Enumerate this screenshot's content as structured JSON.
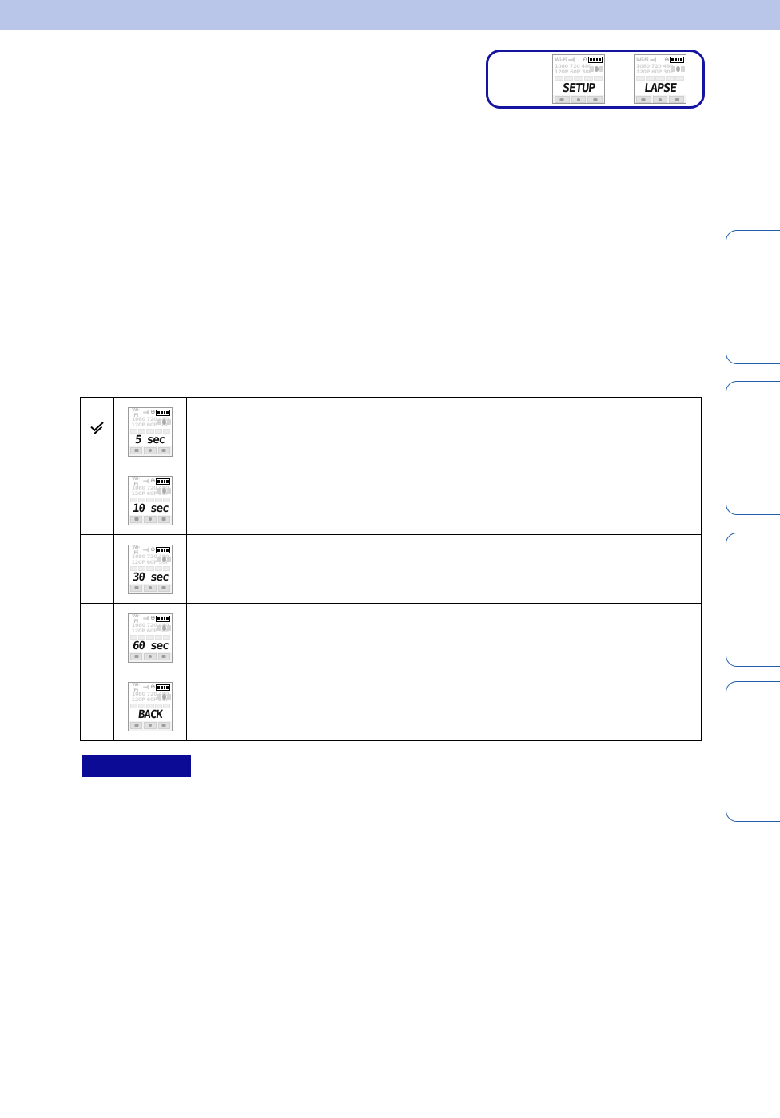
{
  "page": {
    "header_band_color": "#b9c6ea",
    "accent_blue": "#1414a0",
    "tab_border_blue": "#1f5fa8",
    "swatch_color": "#0b0b96"
  },
  "menu_path": {
    "callout_border_color": "#1414a0",
    "screens": [
      {
        "name": "setup-screen",
        "main_text": "SETUP",
        "wifi_label": "Wi-Fi",
        "res_line1": "1080 720 480",
        "res_line2": "120P 60P 30P",
        "battery_label": "battery-full",
        "modes": [
          "video-mode-icon",
          "photo-mode-icon",
          "playback-mode-icon"
        ]
      },
      {
        "name": "lapse-screen",
        "main_text": "LAPSE",
        "wifi_label": "Wi-Fi",
        "res_line1": "1080 720 480",
        "res_line2": "120P 60P 30P",
        "battery_label": "battery-full",
        "modes": [
          "video-mode-icon",
          "photo-mode-icon",
          "playback-mode-icon"
        ]
      }
    ]
  },
  "options_table": {
    "rows": [
      {
        "selected": true,
        "check_glyph": "checkmark",
        "screen": {
          "main_text": "5 sec",
          "wifi_label": "Wi-Fi",
          "res_line1": "1080 720 480",
          "res_line2": "120P 60P 30P",
          "battery_label": "battery-full"
        },
        "description": ""
      },
      {
        "selected": false,
        "check_glyph": "",
        "screen": {
          "main_text": "10 sec",
          "wifi_label": "Wi-Fi",
          "res_line1": "1080 720 480",
          "res_line2": "120P 60P 30P",
          "battery_label": "battery-full"
        },
        "description": ""
      },
      {
        "selected": false,
        "check_glyph": "",
        "screen": {
          "main_text": "30 sec",
          "wifi_label": "Wi-Fi",
          "res_line1": "1080 720 480",
          "res_line2": "120P 60P 30P",
          "battery_label": "battery-full"
        },
        "description": ""
      },
      {
        "selected": false,
        "check_glyph": "",
        "screen": {
          "main_text": "60 sec",
          "wifi_label": "Wi-Fi",
          "res_line1": "1080 720 480",
          "res_line2": "120P 60P 30P",
          "battery_label": "battery-full"
        },
        "description": ""
      },
      {
        "selected": false,
        "check_glyph": "",
        "screen": {
          "main_text": "BACK",
          "wifi_label": "Wi-Fi",
          "res_line1": "1080 720 480",
          "res_line2": "120P 60P 30P",
          "battery_label": "battery-full"
        },
        "description": ""
      }
    ]
  },
  "note_swatch": {
    "label": ""
  },
  "side_tabs": [
    {
      "label": ""
    },
    {
      "label": ""
    },
    {
      "label": ""
    },
    {
      "label": ""
    }
  ]
}
